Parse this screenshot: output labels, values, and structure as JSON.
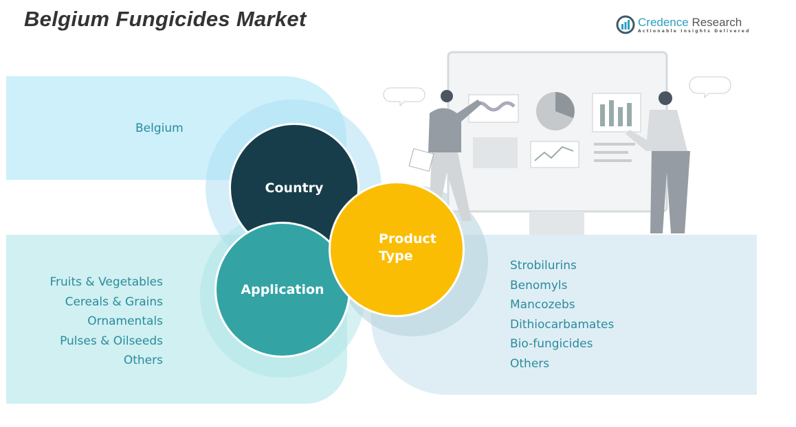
{
  "title": "Belgium Fungicides Market",
  "logo": {
    "name_part1": "Credence",
    "name_part2": " Research",
    "tagline": "Actionable Insights Delivered"
  },
  "segments": {
    "country": {
      "label": "Country",
      "items": [
        "Belgium"
      ],
      "color": "#173d4b"
    },
    "application": {
      "label": "Application",
      "items": [
        "Fruits & Vegetables",
        "Cereals & Grains",
        "Ornamentals",
        "Pulses & Oilseeds",
        "Others"
      ],
      "color": "#34a3a4"
    },
    "product_type": {
      "label_line1": "Product",
      "label_line2": "Type",
      "items": [
        "Strobilurins",
        "Benomyls",
        "Mancozebs",
        "Dithiocarbamates",
        "Bio-fungicides",
        "Others"
      ],
      "color": "#fbbd04"
    }
  }
}
